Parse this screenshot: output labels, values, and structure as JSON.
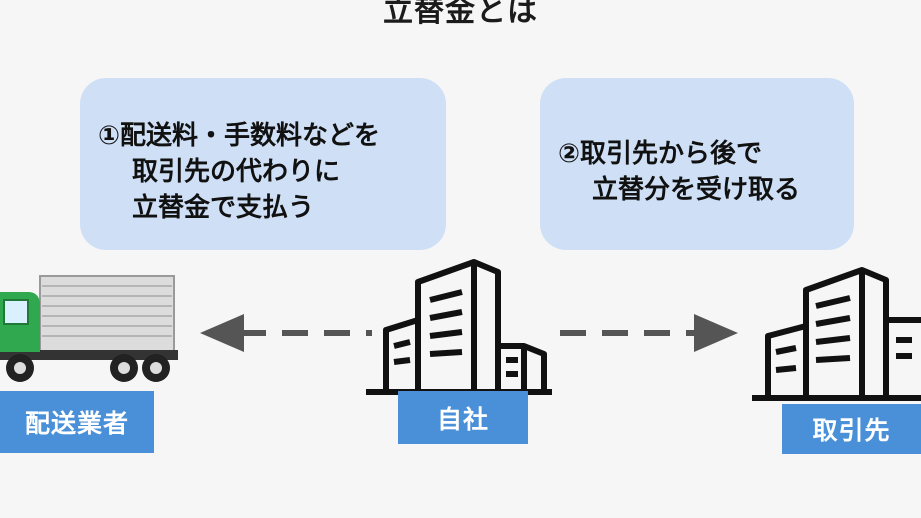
{
  "title": "立替金とは",
  "bubbles": {
    "left": {
      "lines": [
        "①配送料・手数料などを",
        "取引先の代わりに",
        "立替金で支払う"
      ]
    },
    "right": {
      "lines": [
        "②取引先から後で",
        "立替分を受け取る"
      ]
    }
  },
  "labels": {
    "carrier": "配送業者",
    "self": "自社",
    "partner": "取引先"
  },
  "icons": {
    "truck": "truck-icon",
    "self_building": "office-building-icon",
    "partner_building": "office-building-icon"
  },
  "colors": {
    "background": "#f6f6f6",
    "bubble": "#cfe0f6",
    "label": "#4a90d9",
    "truck_cab": "#2fa84f",
    "arrow": "#555555"
  }
}
